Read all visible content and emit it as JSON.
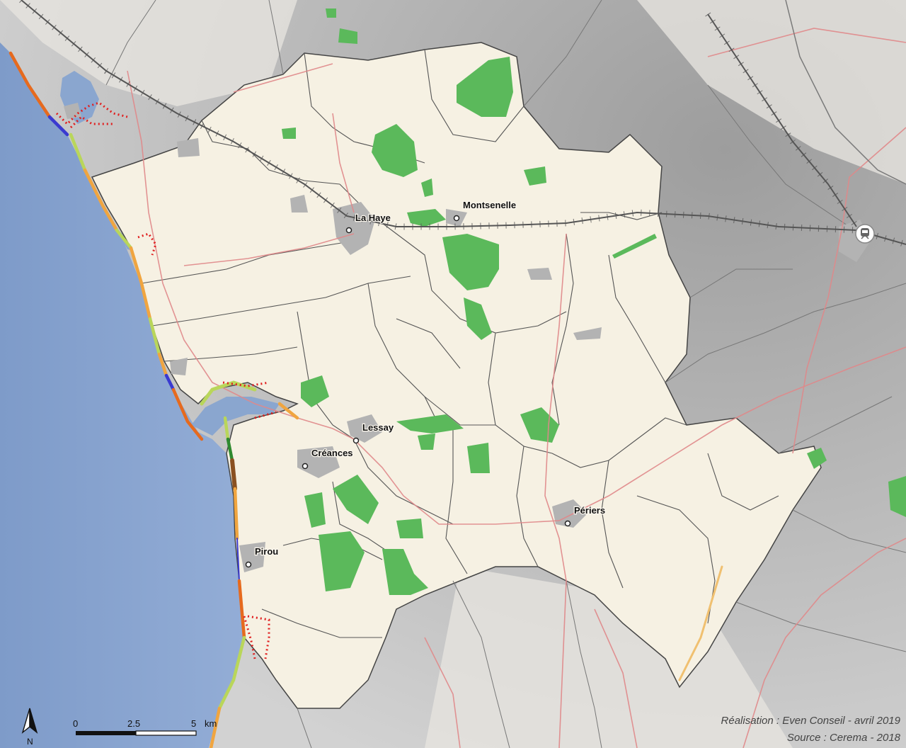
{
  "map": {
    "towns": [
      {
        "name": "La Haye"
      },
      {
        "name": "Montsenelle"
      },
      {
        "name": "Lessay"
      },
      {
        "name": "Créances"
      },
      {
        "name": "Périers"
      },
      {
        "name": "Pirou"
      }
    ],
    "scale_bar": {
      "labels": [
        "0",
        "2.5",
        "5"
      ],
      "unit": "km"
    },
    "north_arrow": {
      "label": "N"
    },
    "credits": {
      "realisation": "Réalisation : Even Conseil - avril 2019",
      "source": "Source : Cerema - 2018"
    },
    "colors": {
      "sea": "#8aa6cf",
      "territory": "#f6f1e3",
      "outside": "#c9c9c9",
      "forest": "#5bb95b",
      "urban": "#b3b3b3",
      "road": "#e0888a",
      "railway": "#555555",
      "coast_erosion_high": "#e66a1e",
      "coast_erosion_mid": "#f0a540",
      "coast_stable": "#b9d65a",
      "coast_works": "#e01f1f"
    },
    "icons": [
      "north-arrow-icon",
      "train-station-icon",
      "town-marker-icon"
    ]
  }
}
